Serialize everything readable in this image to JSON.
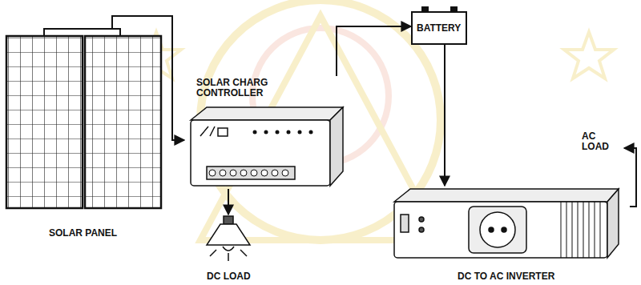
{
  "diagram": {
    "nodes": [
      {
        "text": [
          "SOLAR PANEL"
        ]
      },
      {
        "text": [
          "SOLAR CHARG CONTROLLER"
        ]
      },
      {
        "text": [
          "BATTERY"
        ]
      },
      {
        "text": [
          "DC TO AC INVERTER"
        ]
      },
      {
        "text": [
          "DC LOAD"
        ]
      },
      {
        "text": [
          "AC LOAD"
        ]
      }
    ],
    "edges": [
      {
        "from": 0,
        "to": 1,
        "arrow": "to"
      },
      {
        "from": 1,
        "to": 2,
        "arrow": "to"
      },
      {
        "from": 2,
        "to": 3,
        "arrow": "to"
      },
      {
        "from": 1,
        "to": 4,
        "arrow": "to"
      },
      {
        "from": 3,
        "to": 5,
        "arrow": "to"
      }
    ]
  }
}
